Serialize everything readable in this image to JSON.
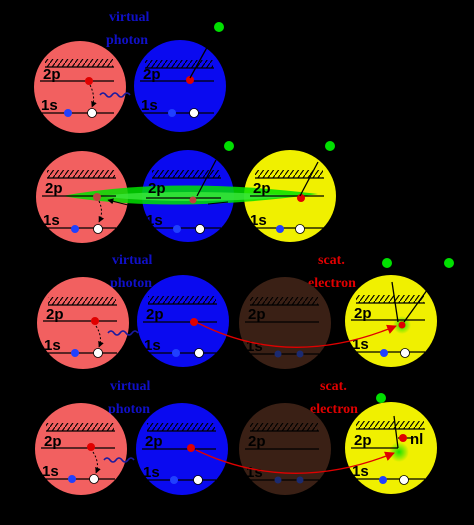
{
  "labels": {
    "virtual": "virtual",
    "photon": "photon",
    "scat": "scat.",
    "electron": "electron",
    "level_2p": "2p",
    "level_1s": "1s",
    "nl": "nl"
  },
  "colors": {
    "background": "#000000",
    "atom_red": "#f26060",
    "atom_blue": "#0a0af0",
    "atom_yellow": "#f0f000",
    "atom_brown": "#3a2015",
    "photon_line": "#1a1aa0",
    "electron_red": "#e00000",
    "green": "#00e000"
  }
}
